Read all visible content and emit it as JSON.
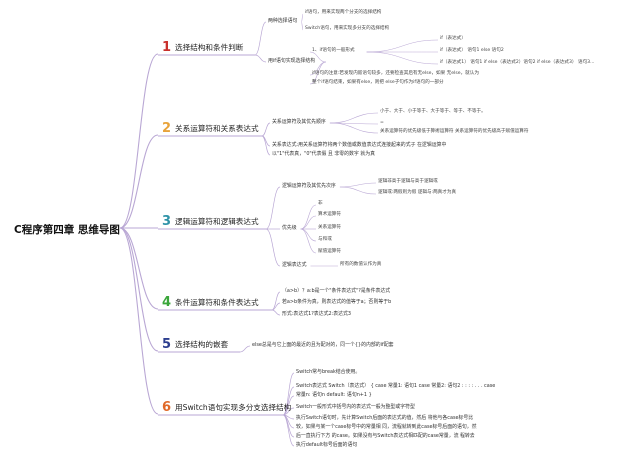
{
  "title": "C程序第四章 思维导图",
  "colors": {
    "b1": "#c9302c",
    "b2": "#e8a33a",
    "b3": "#2f93a8",
    "b4": "#3aa63a",
    "b5": "#2c3e8f",
    "b6": "#e06a2a",
    "link": "#b9a7d4"
  },
  "branches": [
    {
      "num": "1",
      "label": "选择结构和条件判断",
      "children": [
        {
          "text": "两种选择语句",
          "children": [
            {
              "text": "if语句，用来实现两个分支的选择结构"
            },
            {
              "text": "Switch语句，用来实现多分支的选择结构"
            }
          ]
        },
        {
          "text": "用if语句实现选择结构",
          "children": [
            {
              "text": "1、if语句的一般形式",
              "children": [
                {
                  "text": "if（表达式）"
                },
                {
                  "text": "if（表达式）  语句1 else 语句2"
                },
                {
                  "text": "if（表达式1）  语句1 if else（表达式2）语句2 if else（表达式3）  语句3..."
                }
              ]
            },
            {
              "text": "if语句的注意:若发现内嵌语句较多，还要检查其后有无else，如果 无else，就认为"
            },
            {
              "text": "整个if语句结束，如果有else，则把 else子句作为if语句的一部分"
            }
          ]
        }
      ]
    },
    {
      "num": "2",
      "label": "关系运算符和关系表达式",
      "children": [
        {
          "text": "关系运算符及其优先顺序",
          "children": [
            {
              "text": "小于、大于、小于等于、大于等于、等于、不等于。"
            },
            {
              "text": "="
            },
            {
              "text": "关系运算符的优先级低于算術运算符 关系运算符的优先级高于赋值运算符"
            }
          ]
        },
        {
          "text": "关系表达式:用关系运算符将两个数值或数值表达式连接起来的式子 在逻辑运算中"
        },
        {
          "text": "以\"1\"代表真，\"0\"代表假 且 非零的数字 就为真"
        }
      ]
    },
    {
      "num": "3",
      "label": "逻辑运算符和逻辑表达式",
      "children": [
        {
          "text": "逻辑运算符及其优先次序",
          "children": [
            {
              "text": "逻辑非高于逻辑与高于逻辑或"
            },
            {
              "text": "逻辑或:两假则为假 逻辑与:两真才为真"
            }
          ]
        },
        {
          "text": "优先级",
          "children": [
            {
              "text": "非"
            },
            {
              "text": "算术运算符"
            },
            {
              "text": "关系运算符"
            },
            {
              "text": "与和或"
            },
            {
              "text": "赋值运算符"
            }
          ]
        },
        {
          "text": "逻辑表达式",
          "children": [
            {
              "text": "所有的数值认作为真"
            }
          ]
        }
      ]
    },
    {
      "num": "4",
      "label": "条件运算符和条件表达式",
      "children": [
        {
          "text": "（a>b）？a:b是一个\"条件表达式\"?是条件表达式"
        },
        {
          "text": "若a>b条件为真，则表达式的值等于a；否则等于b"
        },
        {
          "text": "形式:表达式1?表达式2:表达式3"
        }
      ]
    },
    {
      "num": "5",
      "label": "选择结构的嵌套",
      "children": [
        {
          "text": "else总是与它上面的最近的且为配对的，同一个{}的内部的if配套"
        }
      ]
    },
    {
      "num": "6",
      "label": "用Switch语句实现多分支选择结构",
      "children": [
        {
          "text": "Switch常与break结合使用。"
        },
        {
          "text": "Switch表达式 Switch（表达式） { case 常量1: 语句1 case 常量2: 语句2 : : : : . . . case"
        },
        {
          "text": "常量n: 语句n default: 语句n+1 }"
        },
        {
          "text": "Switch一般形式中括号内的表达式一般为整型或字符型"
        },
        {
          "text": "执行Switch语句时，先计算Switch后面的表达式的值，然后 将他与各case标号比"
        },
        {
          "text": "较，如果与某一个case标号中的常量相 同，流程就转到此case标号后面的语句，然"
        },
        {
          "text": "后一直执行下方 的case。如果没有与Switch表达式相匹配的case常量，流 程转去"
        },
        {
          "text": "执行default标号后面的语句"
        }
      ]
    }
  ]
}
